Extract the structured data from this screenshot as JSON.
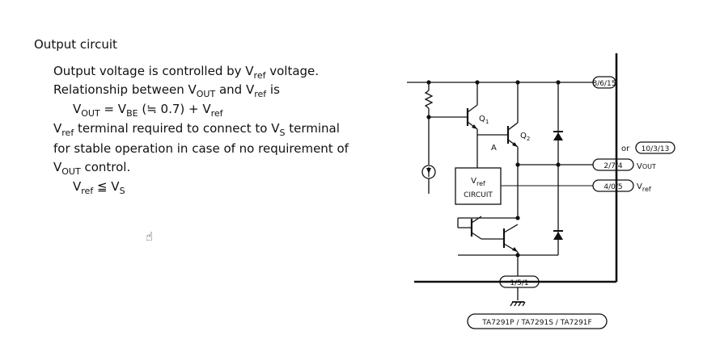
{
  "section": {
    "title": "Output circuit"
  },
  "description": {
    "line1": {
      "pre": "Output voltage is controlled by V",
      "sub": "ref",
      "post": " voltage."
    },
    "line2": {
      "pre": "Relationship between V",
      "sub1": "OUT",
      "mid": " and V",
      "sub2": "ref",
      "post": " is"
    },
    "line3": {
      "v1": "V",
      "s1": "OUT",
      "eq": " = V",
      "s2": "BE",
      "mid": " (≒ 0.7) + V",
      "s3": "ref"
    },
    "line4": {
      "v1": "V",
      "s1": "ref",
      "mid": " terminal required to connect to V",
      "s2": "S",
      "post": " terminal"
    },
    "line5": "for stable operation in case of no requirement of",
    "line6": {
      "v1": "V",
      "s1": "OUT",
      "post": " control."
    },
    "line7": {
      "v1": "V",
      "s1": "ref",
      "mid": " ≦ V",
      "s2": "S"
    }
  },
  "diagram": {
    "pin_vs": "8/6/15",
    "pin_or_label": "or",
    "pin_vs_alt": "10/3/13",
    "pin_vout": "2/7/4",
    "pin_vout_name": "V",
    "pin_vout_sub": "OUT",
    "pin_vref": "4/0/5",
    "pin_vref_name": "V",
    "pin_vref_sub": "ref",
    "pin_gnd": "1/5/1",
    "q1": "Q",
    "q1_sub": "1",
    "q2": "Q",
    "q2_sub": "2",
    "node_a": "A",
    "vref_circuit_v": "V",
    "vref_circuit_sub": "ref",
    "vref_circuit_label": "CIRCUIT",
    "part_numbers": "TA7291P / TA7291S / TA7291F"
  },
  "cursor_icon": "hand-cursor-icon"
}
